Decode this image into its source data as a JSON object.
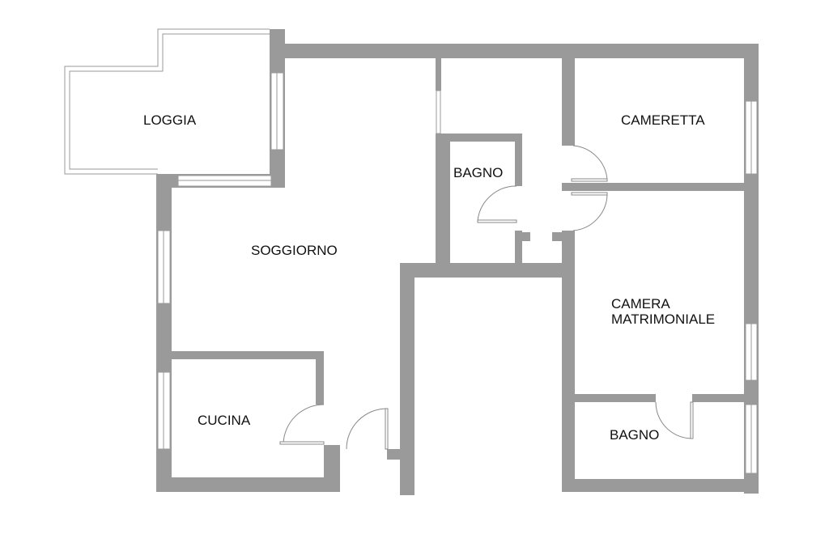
{
  "rooms": {
    "loggia": "LOGGIA",
    "soggiorno": "SOGGIORNO",
    "bagno_1": "BAGNO",
    "cameretta": "CAMERETTA",
    "camera_line1": "CAMERA",
    "camera_line2": "MATRIMONIALE",
    "cucina": "CUCINA",
    "bagno_2": "BAGNO"
  },
  "colors": {
    "wall": "#9a9a9a",
    "background": "#ffffff"
  }
}
